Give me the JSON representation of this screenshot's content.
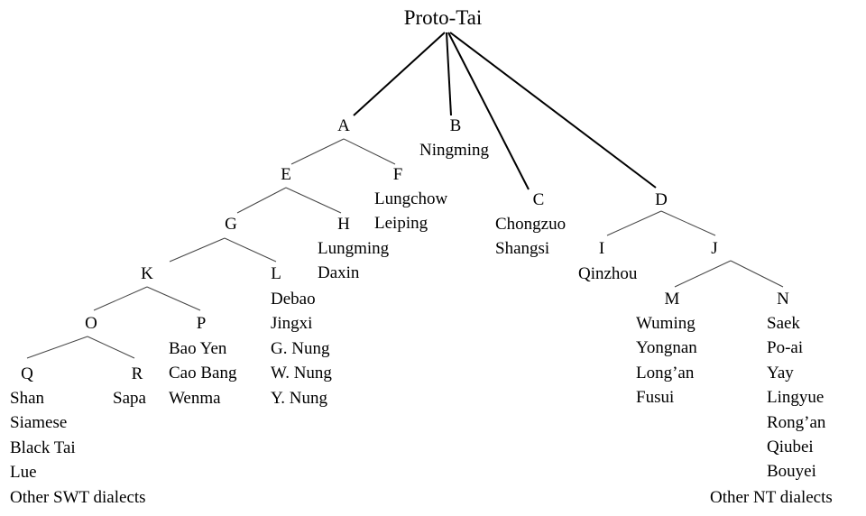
{
  "tree": {
    "root": "Proto-Tai",
    "nodes": {
      "A": "A",
      "B": "B",
      "C": "C",
      "D": "D",
      "E": "E",
      "F": "F",
      "G": "G",
      "H": "H",
      "I": "I",
      "J": "J",
      "K": "K",
      "L": "L",
      "M": "M",
      "N": "N",
      "O": "O",
      "P": "P",
      "Q": "Q",
      "R": "R"
    },
    "leaves": {
      "B": [
        "Ningming"
      ],
      "C": [
        "Chongzuo",
        "Shangsi"
      ],
      "F": [
        "Lungchow",
        "Leiping"
      ],
      "H": [
        "Lungming",
        "Daxin"
      ],
      "I": [
        "Qinzhou"
      ],
      "L": [
        "Debao",
        "Jingxi",
        "G. Nung",
        "W. Nung",
        "Y. Nung"
      ],
      "M": [
        "Wuming",
        "Yongnan",
        "Long’an",
        "Fusui"
      ],
      "N": [
        "Saek",
        "Po-ai",
        "Yay",
        "Lingyue",
        "Rong’an",
        "Qiubei",
        "Bouyei",
        "Other NT dialects"
      ],
      "P": [
        "Bao Yen",
        "Cao Bang",
        "Wenma"
      ],
      "Q": [
        "Shan",
        "Siamese",
        "Black Tai",
        "Lue",
        "Other SWT dialects"
      ],
      "R": [
        "Sapa"
      ]
    }
  }
}
